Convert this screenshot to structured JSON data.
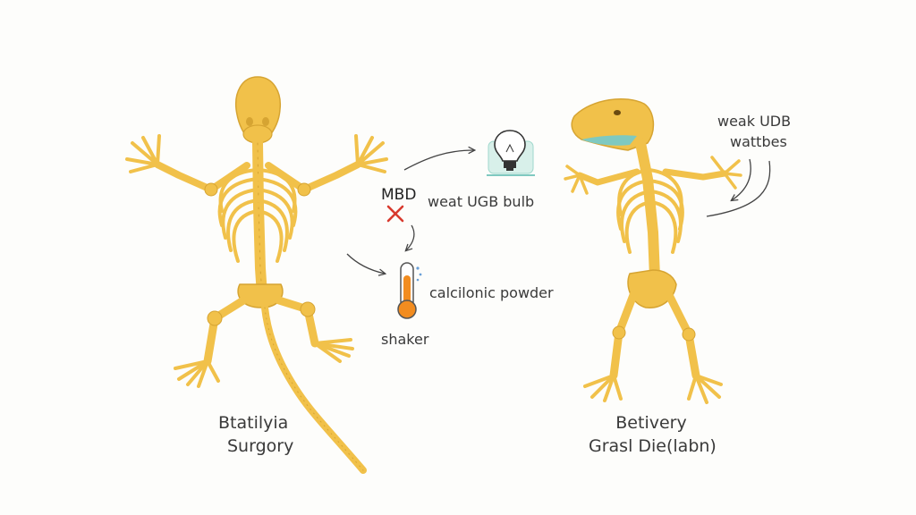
{
  "colors": {
    "bone": "#f1c14a",
    "bone_dark": "#d6a432",
    "ink": "#3a3a3a",
    "cross": "#d83a2e",
    "thermo": "#f28c1f",
    "bulb_base": "#9fd8cc",
    "mouth": "#7fc9c0"
  },
  "left_specimen": {
    "caption_line1": "Btatilyia",
    "caption_line2": "Surgory"
  },
  "right_specimen": {
    "caption_line1": "Betivery",
    "caption_line2": "Grasl Die(labn)"
  },
  "center": {
    "mbd_label": "MBD",
    "bulb_label": "weat UGB bulb",
    "powder_label": "calcilonic powder",
    "shaker_label": "shaker"
  },
  "right_note": {
    "line1": "weak UDB",
    "line2": "wattbes"
  },
  "icons": {
    "bulb": "light-bulb-icon",
    "thermometer": "thermometer-icon",
    "cross": "cross-icon"
  }
}
